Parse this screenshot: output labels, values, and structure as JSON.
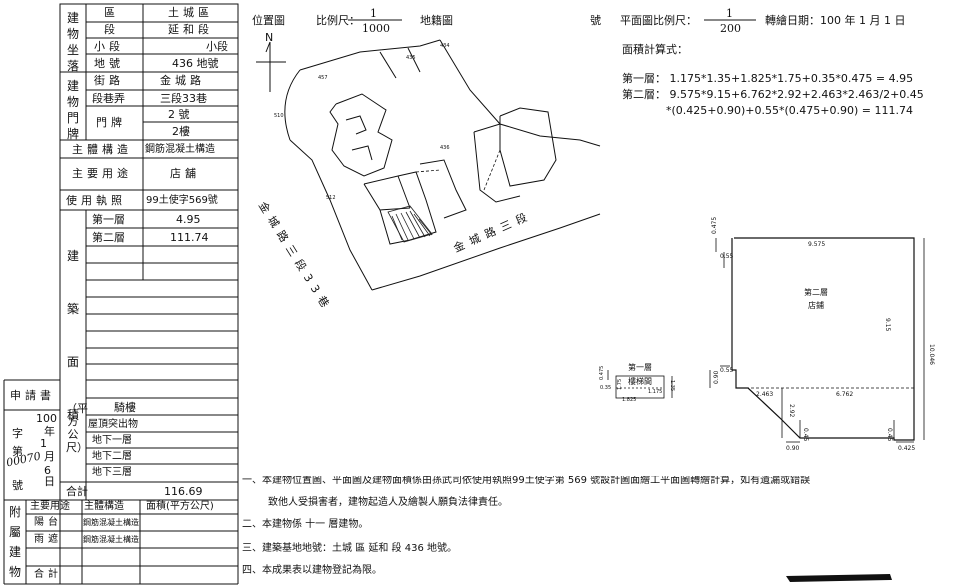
{
  "survey_table": {
    "sections": {
      "location": "建物坐落",
      "door": "建物門牌",
      "building_area": "建築面積",
      "measure_unit": "（平方公尺）",
      "applicant": "申請書",
      "annex": "附屬建物"
    },
    "location_rows": [
      {
        "label": "區",
        "value": "土城區"
      },
      {
        "label": "段",
        "value": "延和段"
      },
      {
        "label": "小段",
        "value": "小段"
      },
      {
        "label": "地號",
        "value": "436 地號"
      }
    ],
    "door_rows": [
      {
        "label": "街路",
        "value": "金城路"
      },
      {
        "label": "段巷弄",
        "value": "三段33巷"
      },
      {
        "label": "門牌",
        "value": "2 號"
      },
      {
        "label": "",
        "value": "2樓"
      }
    ],
    "structure": {
      "label": "主體構造",
      "value": "鋼筋混凝土構造"
    },
    "main_use": {
      "label": "主要用途",
      "value": "店舖"
    },
    "license": {
      "label": "使用執照",
      "value": "99土使字569號"
    },
    "floors": [
      {
        "label": "第一層",
        "value": "4.95"
      },
      {
        "label": "第二層",
        "value": "111.74"
      }
    ],
    "extra_rows": [
      "騎樓",
      "屋頂突出物",
      "地下一層",
      "地下二層",
      "地下三層"
    ],
    "total": {
      "label": "合計",
      "value": "116.69"
    },
    "application": {
      "char": "字",
      "year": "100",
      "year_unit": "年",
      "no": "第",
      "month": "1",
      "month_unit": "月",
      "day": "6",
      "day_unit": "日",
      "handwritten": "00070",
      "hao": "號"
    },
    "annex_table": {
      "headers": [
        "主要用途",
        "主體構造",
        "面積(平方公尺)"
      ],
      "rows": [
        {
          "use": "陽台",
          "structure": "鋼筋混凝土構造",
          "area": ""
        },
        {
          "use": "雨遮",
          "structure": "鋼筋混凝土構造",
          "area": ""
        }
      ],
      "total_label": "合計"
    }
  },
  "location_map": {
    "title": "位置圖",
    "scale_label": "比例尺：",
    "scale_num": "1",
    "scale_den": "1000",
    "map_type": "地籍圖",
    "hao": "號",
    "north": "N",
    "road_1": "金城路三段33巷",
    "road_2": "金城路三段",
    "parcels": [
      "436",
      "434",
      "457",
      "435",
      "510",
      "512",
      "436"
    ]
  },
  "floor_plan": {
    "scale_label": "平面圖比例尺：",
    "scale_num": "1",
    "scale_den": "200",
    "date_label": "轉繪日期：100 年 1 月 1 日",
    "calc_title": "面積計算式：",
    "calc_lines": [
      "第一層： 1.175*1.35+1.825*1.75+0.35*0.475 = 4.95",
      "第二層： 9.575*9.15+6.762*2.92+2.463*2.463/2+0.45",
      "*(0.425+0.90)+0.55*(0.475+0.90) = 111.74"
    ],
    "first_floor": {
      "title": "第一層",
      "room": "樓梯間"
    },
    "second_floor": {
      "title": "第二層",
      "room": "店鋪"
    },
    "dims": {
      "top": "9.575",
      "left_top_a": "0.475",
      "left_top_b": "0.55",
      "right": "9.15",
      "right_total": "10.046",
      "left_mid": "0.55",
      "left_low": "0.90",
      "diag": "2.463",
      "mid": "6.762",
      "v1": "2.92",
      "v2": "0.45",
      "v3": "0.45",
      "bot_l": "0.90",
      "bot_r": "0.425",
      "f1_a": "0.475",
      "f1_b": "1.75",
      "f1_c": "0.35",
      "f1_d": "1.35",
      "f1_e": "1.825",
      "f1_f": "1.175"
    }
  },
  "notes": [
    "一、本建物位置圖、平面圖及建物面積係由孫武司依使用執照99土使字第 569 號設計圖面繪工平面圖轉繪計算，如有遺漏或錯誤",
    "致他人受損害者，建物起造人及繪製人願負法律責任。",
    "二、本建物係 十一 層建物。",
    "三、建築基地地號：土城 區 延和 段 436 地號。",
    "四、本成果表以建物登記為限。"
  ],
  "colors": {
    "ink": "#111111",
    "paper": "#ffffff",
    "hatch": "#222222"
  }
}
